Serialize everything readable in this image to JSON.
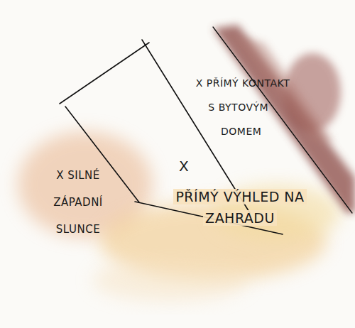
{
  "diagram": {
    "labels": [
      "X PŘÍMÝ KONTAKT S BYTOVÝM DOMEM",
      "X SILNÉ ZÁPADNÍ SLUNCE",
      "X",
      "PŘÍMÝ VÝHLED NA ZAHRADU"
    ]
  }
}
